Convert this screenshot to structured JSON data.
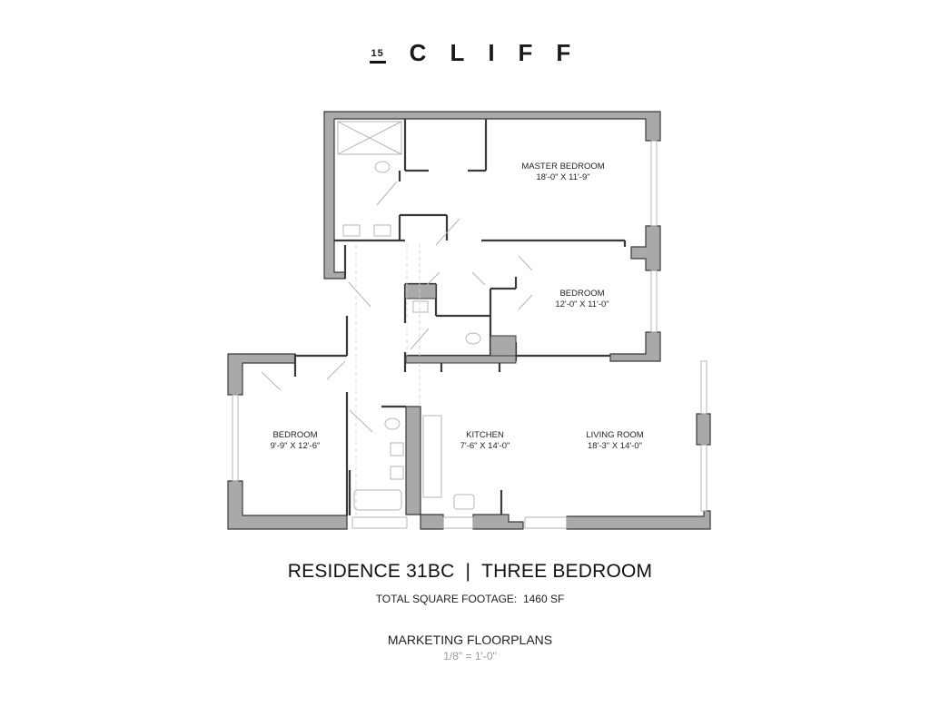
{
  "brand": {
    "number": "15",
    "name": "CLIFF"
  },
  "plan": {
    "wall_color": "#a9a9a9",
    "wall_stroke": "#3a3a3a",
    "rooms": [
      {
        "id": "master-bedroom",
        "name": "MASTER BEDROOM",
        "dimensions": "18'-0\" X 11'-9\""
      },
      {
        "id": "bedroom-2",
        "name": "BEDROOM",
        "dimensions": "12'-0\" X 11'-0\""
      },
      {
        "id": "bedroom-3",
        "name": "BEDROOM",
        "dimensions": "9'-9\" X 12'-6\""
      },
      {
        "id": "kitchen",
        "name": "KITCHEN",
        "dimensions": "7'-6\" X 14'-0\""
      },
      {
        "id": "living-room",
        "name": "LIVING ROOM",
        "dimensions": "18'-3\" X 14'-0\""
      }
    ]
  },
  "residence": {
    "unit": "RESIDENCE 31BC",
    "separator": "|",
    "type": "THREE BEDROOM",
    "square_footage_label": "TOTAL SQUARE FOOTAGE:",
    "square_footage_value": "1460 SF"
  },
  "footer": {
    "label": "MARKETING FLOORPLANS",
    "scale": "1/8\" = 1'-0\""
  }
}
